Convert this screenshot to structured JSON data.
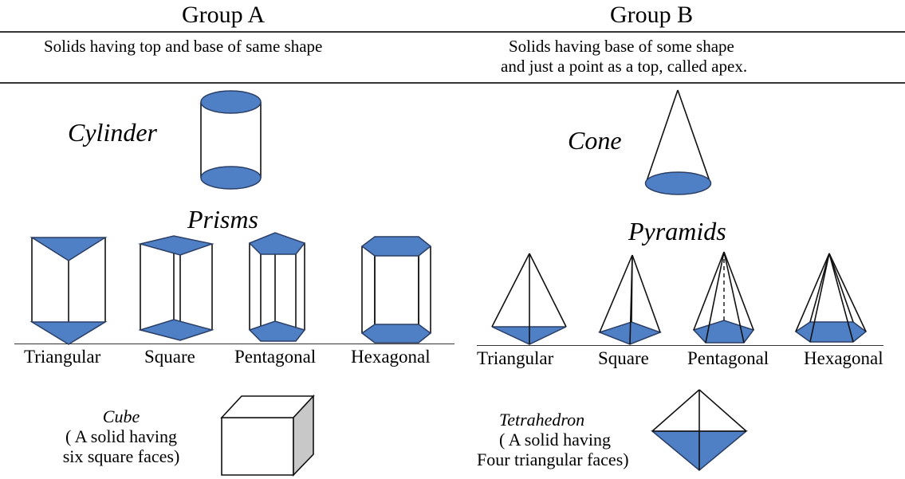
{
  "group_a": {
    "title": "Group A",
    "description": "Solids having top and base of same shape",
    "cylinder_label": "Cylinder",
    "prisms_label": "Prisms",
    "prism_types": [
      "Triangular",
      "Square",
      "Pentagonal",
      "Hexagonal"
    ],
    "cube_title": "Cube",
    "cube_line1": "( A solid having",
    "cube_line2": "six square faces)"
  },
  "group_b": {
    "title": "Group B",
    "description_line1": "Solids having base of some shape",
    "description_line2": "and just a point as a top, called apex.",
    "cone_label": "Cone",
    "pyramids_label": "Pyramids",
    "pyramid_types": [
      "Triangular",
      "Square",
      "Pentagonal",
      "Hexagonal"
    ],
    "tetra_title": "Tetrahedron",
    "tetra_line1": "( A solid having",
    "tetra_line2": "Four triangular  faces)"
  },
  "colors": {
    "face_fill": "#4f7fc4",
    "face_stroke": "#2b3f66",
    "cube_side": "#c8c8c8"
  }
}
